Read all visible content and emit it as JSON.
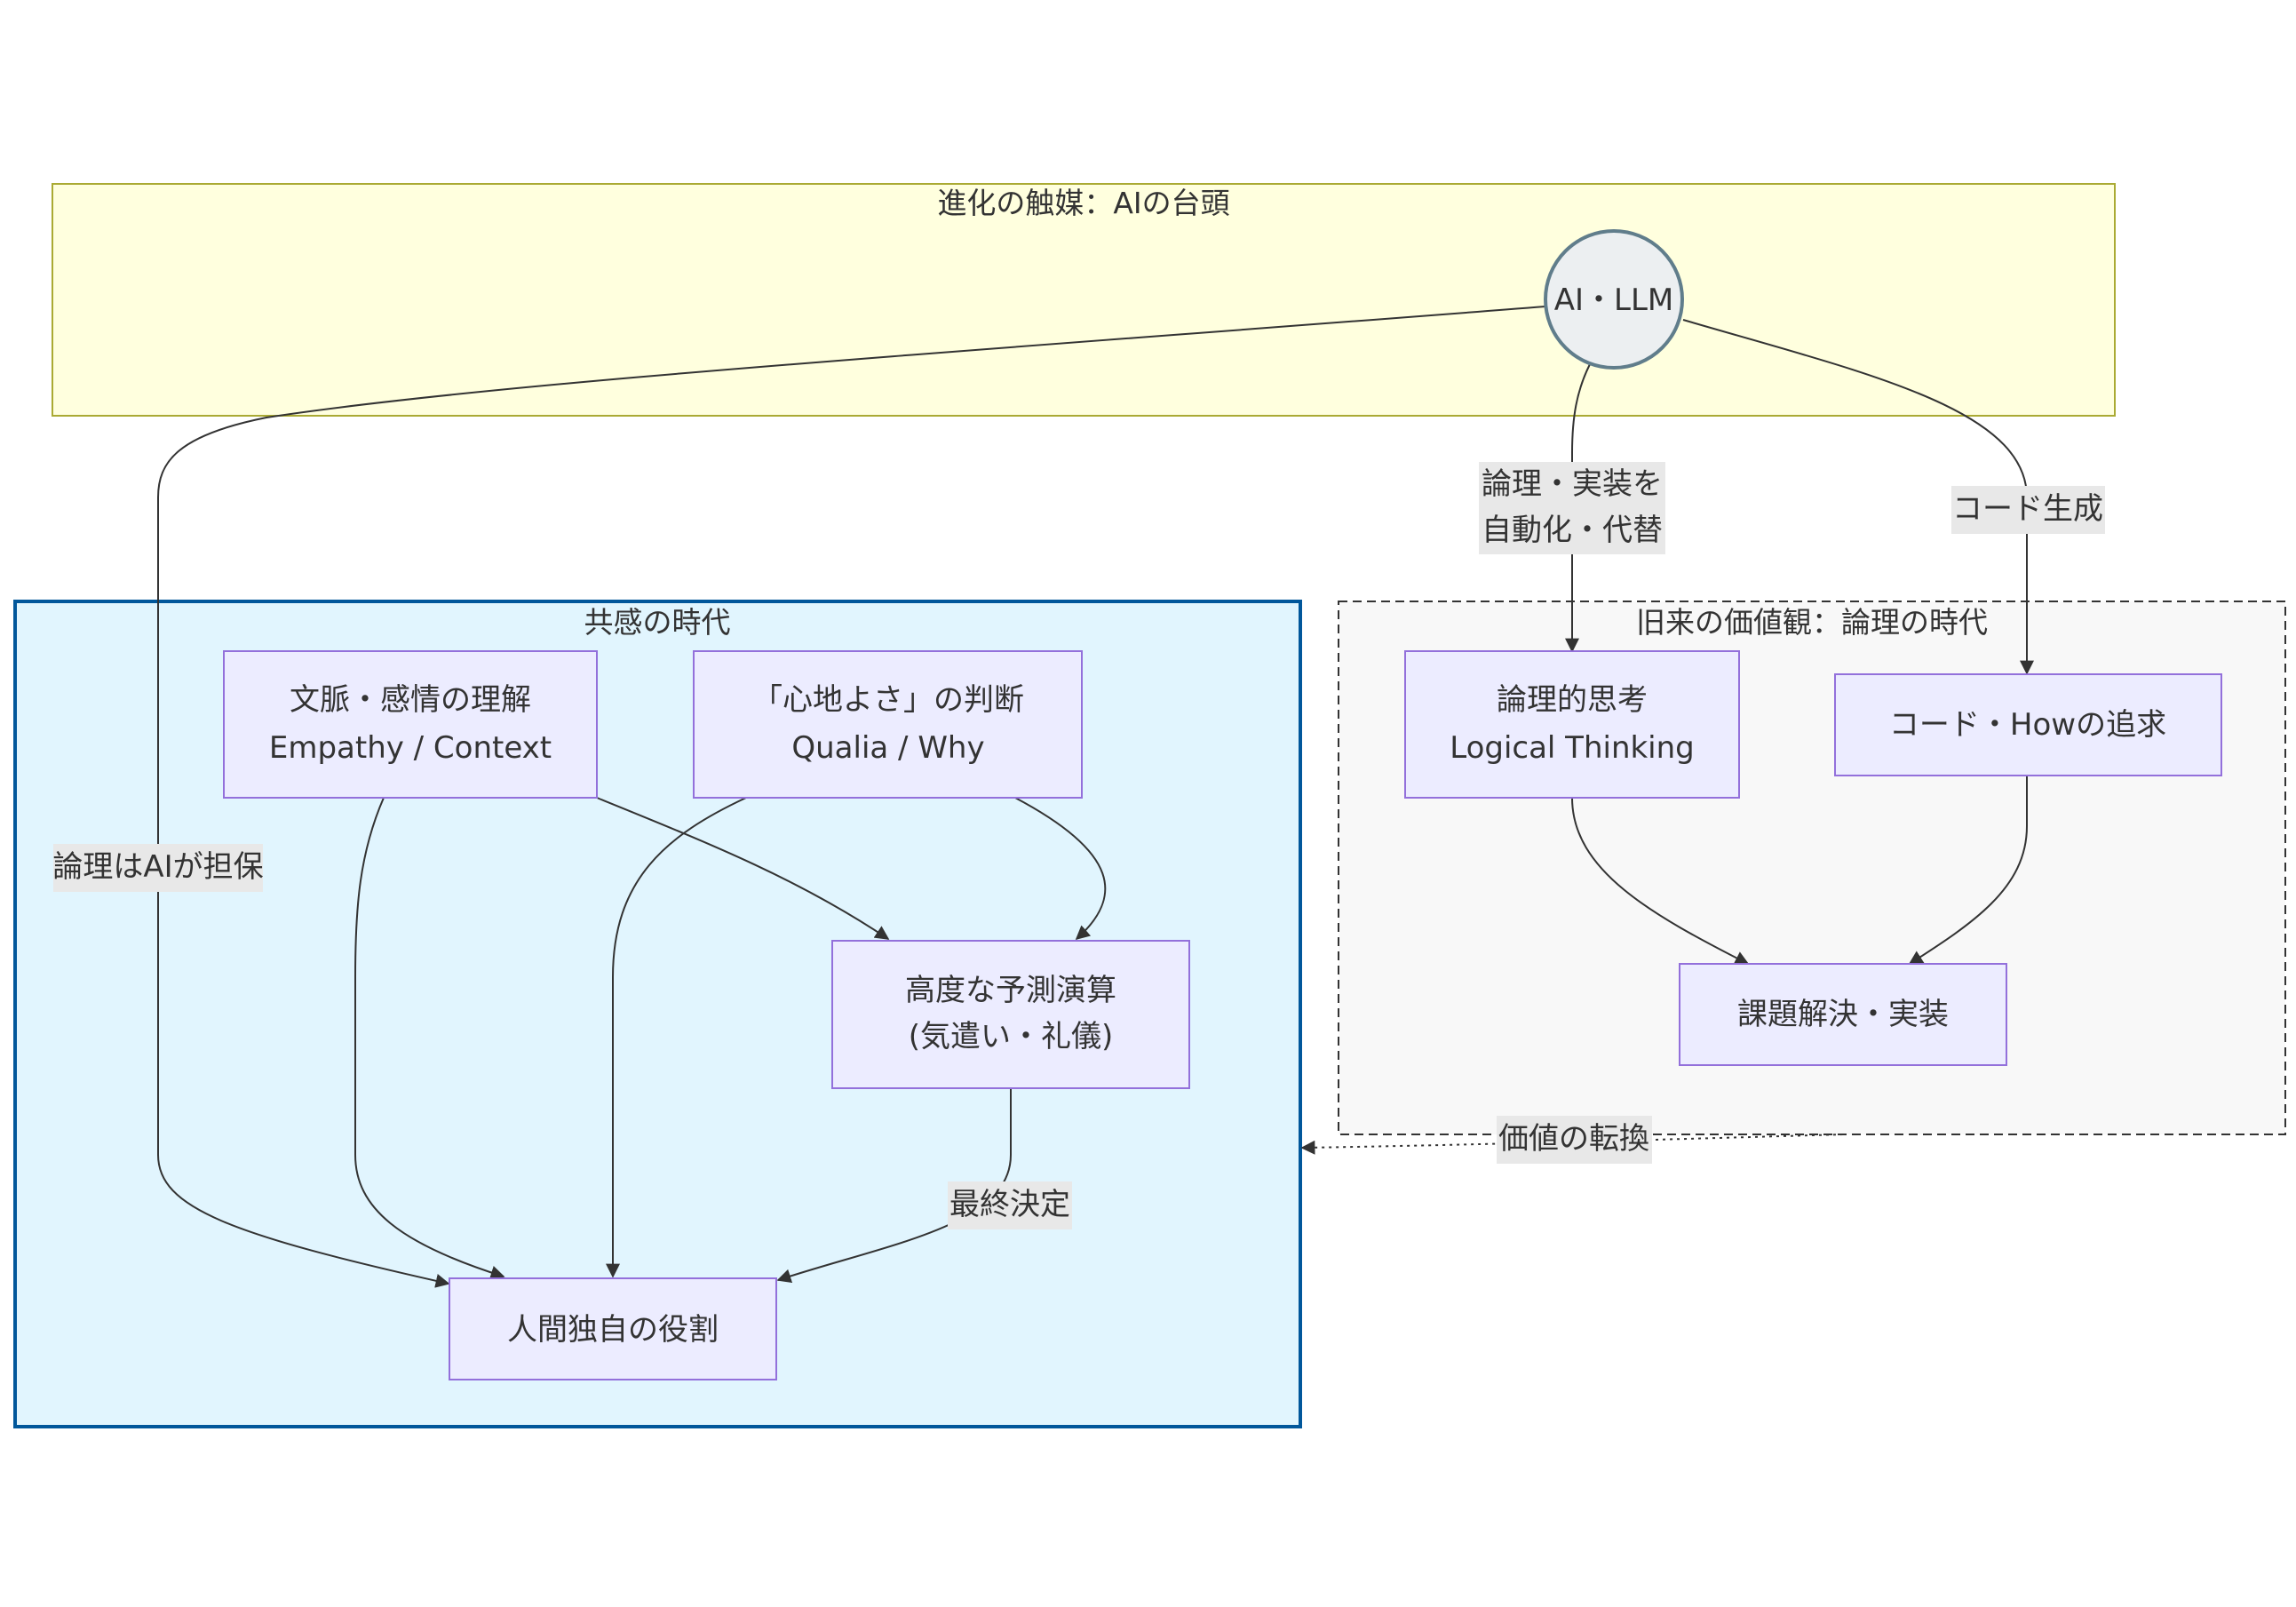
{
  "clusters": {
    "ai": {
      "title": "進化の触媒：AIの台頭"
    },
    "empathy": {
      "title": "共感の時代"
    },
    "legacy": {
      "title": "旧来の価値観：論理の時代"
    }
  },
  "nodes": {
    "ai_llm": {
      "lines": [
        "AI・LLM"
      ]
    },
    "context": {
      "lines": [
        "文脈・感情の理解",
        "Empathy / Context"
      ]
    },
    "qualia": {
      "lines": [
        "「心地よさ」の判断",
        "Qualia / Why"
      ]
    },
    "predict": {
      "lines": [
        "高度な予測演算",
        "(気遣い・礼儀)"
      ]
    },
    "human": {
      "lines": [
        "人間独自の役割"
      ]
    },
    "logical": {
      "lines": [
        "論理的思考",
        "Logical Thinking"
      ]
    },
    "code": {
      "lines": [
        "コード・Howの追求"
      ]
    },
    "solve": {
      "lines": [
        "課題解決・実装"
      ]
    }
  },
  "edge_labels": {
    "automate": [
      "論理・実装を",
      "自動化・代替"
    ],
    "codegen": [
      "コード生成"
    ],
    "ai_guarantee": [
      "論理はAIが担保"
    ],
    "final": [
      "最終決定"
    ],
    "transform": [
      "価値の転換"
    ]
  },
  "colors": {
    "ai_cluster_fill": "#ffffde",
    "ai_cluster_stroke": "#aaaa33",
    "empathy_fill": "#e1f5fe",
    "empathy_stroke": "#01579b",
    "legacy_fill": "#f8f8f8",
    "legacy_stroke": "#333333",
    "node_fill": "#ececff",
    "node_stroke": "#9370db",
    "circle_fill": "#eceff1",
    "circle_stroke": "#607d8b",
    "edge_label_bg": "#e8e8e8"
  }
}
